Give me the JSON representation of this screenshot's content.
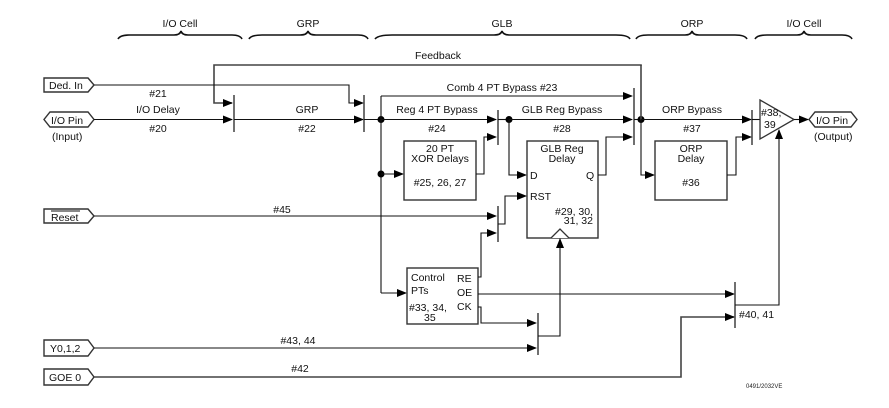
{
  "sections": [
    {
      "label": "I/O Cell"
    },
    {
      "label": "GRP"
    },
    {
      "label": "GLB"
    },
    {
      "label": "ORP"
    },
    {
      "label": "I/O Cell"
    }
  ],
  "pins": {
    "ded_in": "Ded. In",
    "io_pin_in": "I/O Pin",
    "io_pin_in_sub": "(Input)",
    "reset": "Reset",
    "y012": "Y0,1,2",
    "goe0": "GOE 0",
    "io_pin_out": "I/O Pin",
    "io_pin_out_sub": "(Output)"
  },
  "paths": {
    "feedback": "Feedback",
    "ded_in_num": "#21",
    "io_delay": "I/O Delay",
    "io_delay_num": "#20",
    "grp": "GRP",
    "grp_num": "#22",
    "comb_bypass": "Comb 4 PT Bypass #23",
    "reg_bypass": "Reg 4 PT Bypass",
    "reg_bypass_num": "#24",
    "glb_reg_bypass": "GLB Reg Bypass",
    "glb_reg_bypass_num": "#28",
    "orp_bypass": "ORP Bypass",
    "orp_bypass_num": "#37",
    "reset_num": "#45",
    "y_num": "#43, 44",
    "goe_num": "#42",
    "oe_mux_num": "#40, 41"
  },
  "blocks": {
    "xor": {
      "line1": "20 PT",
      "line2": "XOR Delays",
      "num": "#25, 26, 27"
    },
    "glb_reg": {
      "line1": "GLB Reg",
      "line2": "Delay",
      "d": "D",
      "q": "Q",
      "rst": "RST",
      "num1": "#29, 30,",
      "num2": "31, 32"
    },
    "orp_delay": {
      "line1": "ORP",
      "line2": "Delay",
      "num": "#36"
    },
    "control": {
      "line1": "Control",
      "line2": "PTs",
      "num1": "#33, 34,",
      "num2": "35",
      "re": "RE",
      "oe": "OE",
      "ck": "CK"
    },
    "buffer": {
      "num1": "#38,",
      "num2": "39"
    }
  },
  "figure_id": "0491/2032VE"
}
